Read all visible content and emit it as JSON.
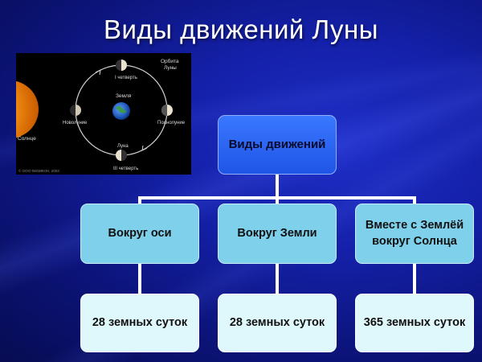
{
  "title": "Виды движений Луны",
  "figure": {
    "sun_label": "Солнце",
    "earth_label": "Земля",
    "orbit_label": "Орбита Луны",
    "phase_top": "I четверть",
    "phase_left": "Новолуние",
    "phase_right": "Полнолуние",
    "moon_label": "Луна",
    "phase_bottom": "III четверть",
    "copyright": "© ООО ФИЗИКОН, 2003"
  },
  "diagram": {
    "root": "Виды движений",
    "branches": [
      {
        "label": "Вокруг оси",
        "value": "28 земных суток"
      },
      {
        "label": "Вокруг Земли",
        "value": "28 земных суток"
      },
      {
        "label": "Вместе с Землёй вокруг Солнца",
        "value": "365 земных суток"
      }
    ]
  },
  "colors": {
    "root_box": "#2f6bff",
    "mid_box": "#7fd0ea",
    "leaf_box": "#dff8fb",
    "connector": "#ffffff"
  }
}
